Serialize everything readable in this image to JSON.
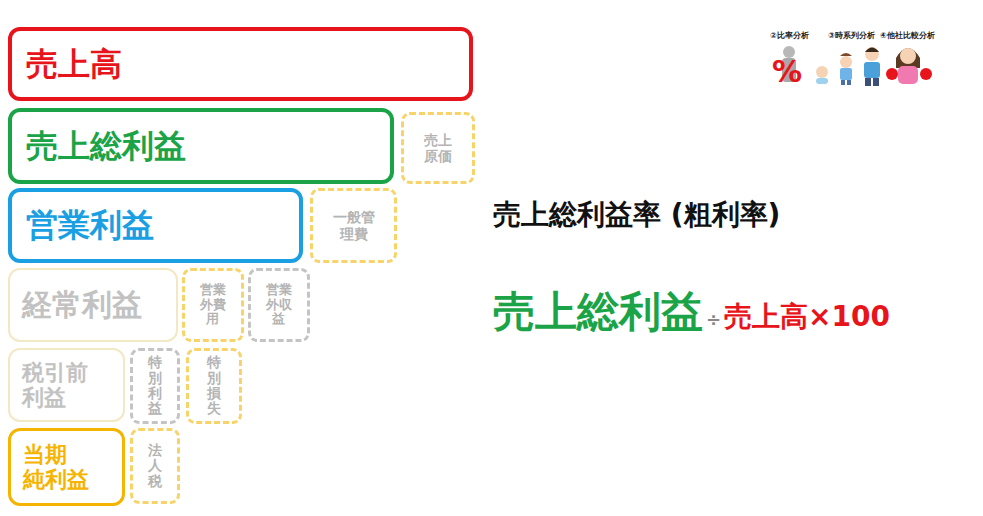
{
  "diagram": {
    "nodes": [
      {
        "text": [
          "売上高"
        ]
      },
      {
        "text": [
          "売上総利益"
        ]
      },
      {
        "text": [
          "売上 原価"
        ]
      },
      {
        "text": [
          "営業利益"
        ]
      },
      {
        "text": [
          "一般管 理費"
        ]
      },
      {
        "text": [
          "経常利益"
        ]
      },
      {
        "text": [
          "営業 外費 用"
        ]
      },
      {
        "text": [
          "営業 外収 益"
        ]
      },
      {
        "text": [
          "税引前 利益"
        ]
      },
      {
        "text": [
          "特別利益"
        ]
      },
      {
        "text": [
          "特別損失"
        ]
      },
      {
        "text": [
          "当期 純利益"
        ]
      },
      {
        "text": [
          "法人税"
        ]
      }
    ],
    "labels": [
      "②比率分析",
      "③時系列分析",
      "④他社比較分析",
      "%",
      "売上総利益率 (粗利率)",
      "売上総利益",
      "÷",
      "売上高×100"
    ]
  }
}
